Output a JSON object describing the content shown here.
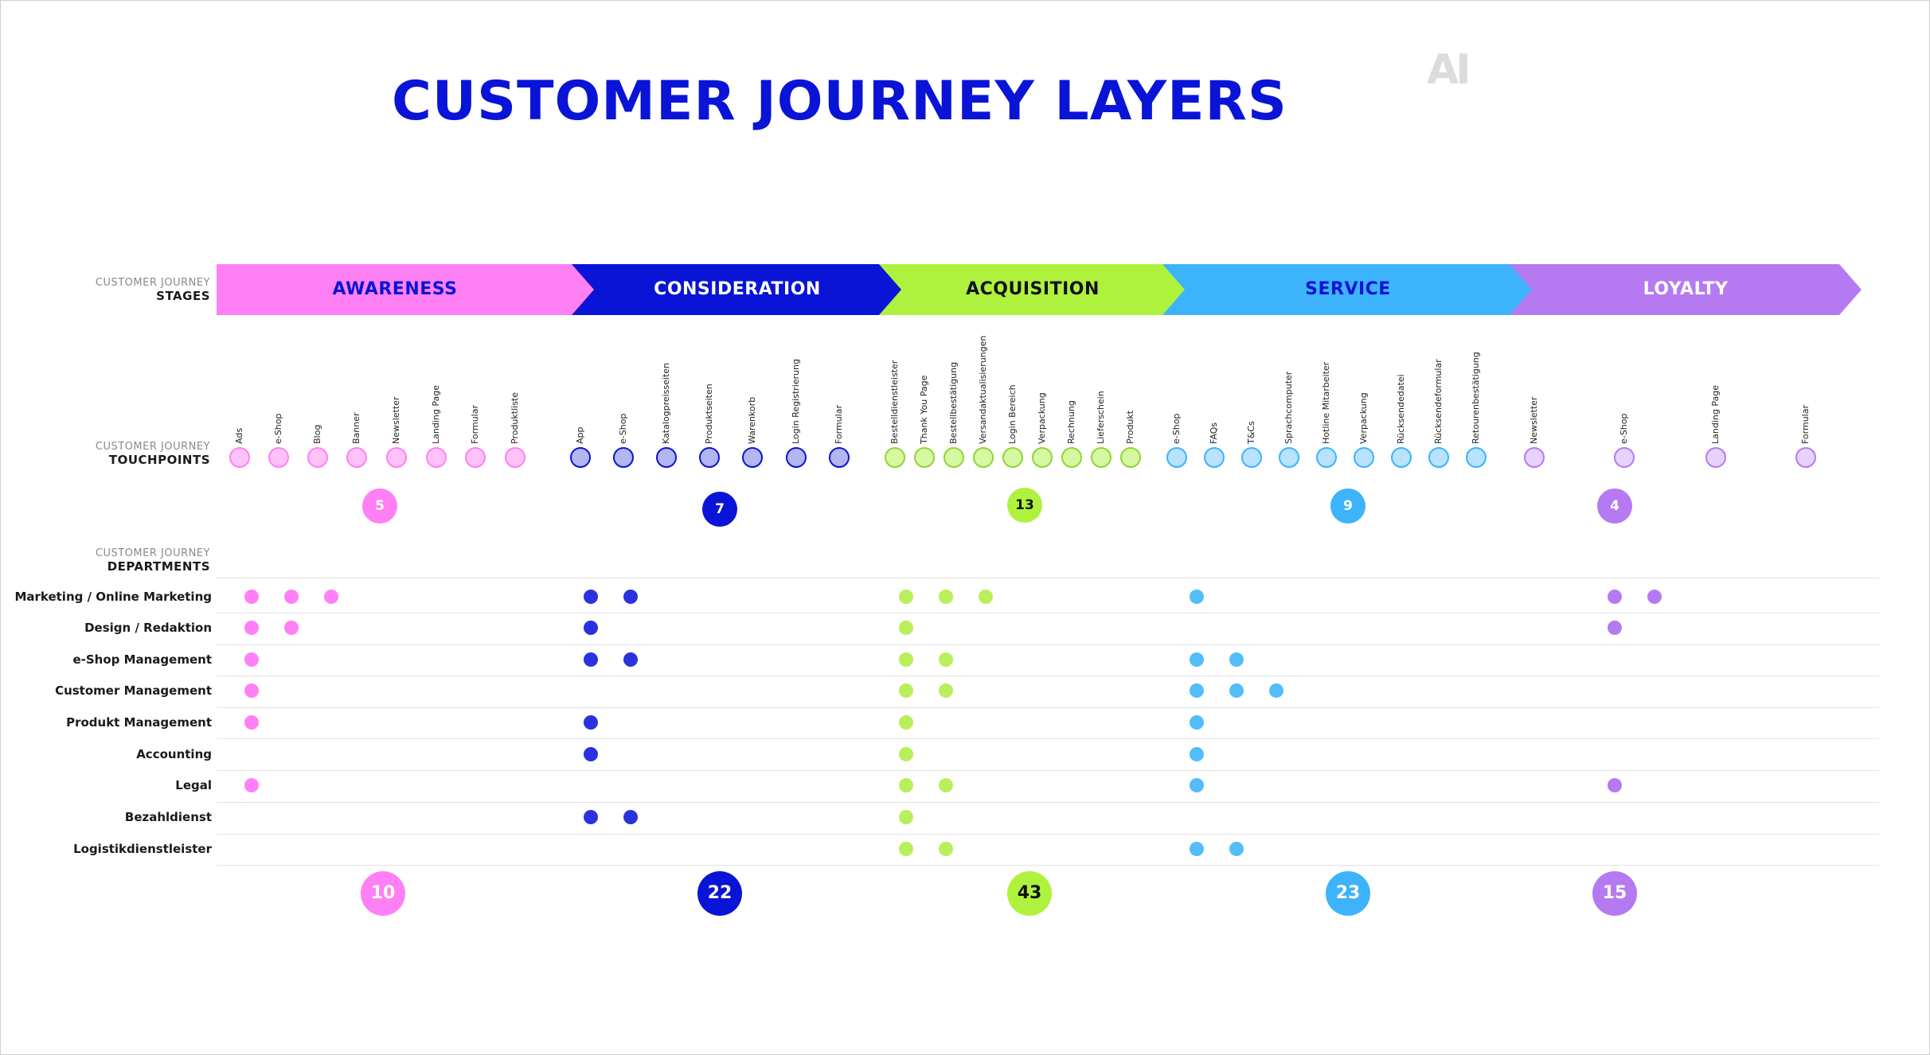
{
  "title": "CUSTOMER JOURNEY LAYERS",
  "logo": "AI",
  "labels": {
    "stages_small": "CUSTOMER JOURNEY",
    "stages_big": "STAGES",
    "touchpoints_small": "CUSTOMER JOURNEY",
    "touchpoints_big": "TOUCHPOINTS",
    "departments_small": "CUSTOMER JOURNEY",
    "departments_big": "DEPARTMENTS"
  },
  "stages": [
    {
      "name": "AWARENESS",
      "color": "#ff80f5",
      "text_color": "#0a14d6",
      "tp_fill": "#ffc2f8",
      "tp_stroke": "#ff80f5",
      "dot_color": "#ff80f5",
      "tp_count": "5",
      "dept_count": "10",
      "count_text": "#ffffff",
      "touchpoints": [
        "Ads",
        "e-Shop",
        "Blog",
        "Banner",
        "Newsletter",
        "Landing Page",
        "Formular",
        "Produktliste"
      ]
    },
    {
      "name": "CONSIDERATION",
      "color": "#0a14d6",
      "text_color": "#ffffff",
      "tp_fill": "#b3b6f0",
      "tp_stroke": "#0a14d6",
      "dot_color": "#2a32e0",
      "tp_count": "7",
      "dept_count": "22",
      "count_text": "#ffffff",
      "touchpoints": [
        "App",
        "e-Shop",
        "Katalogpreisseiten",
        "Produktseiten",
        "Warenkorb",
        "Login Registrierung",
        "Formular"
      ]
    },
    {
      "name": "ACQUISITION",
      "color": "#aef23e",
      "text_color": "#111111",
      "tp_fill": "#d6f8a0",
      "tp_stroke": "#8fd43a",
      "dot_color": "#b8ef5a",
      "tp_count": "13",
      "dept_count": "43",
      "count_text": "#111111",
      "touchpoints": [
        "Bestelldienstleister",
        "Thank You Page",
        "Bestellbestätigung",
        "Versandaktualisierungen",
        "Login Bereich",
        "Verpackung",
        "Rechnung",
        "Lieferschein",
        "Produkt"
      ]
    },
    {
      "name": "SERVICE",
      "color": "#3db3fb",
      "text_color": "#0a14d6",
      "tp_fill": "#b8e2fd",
      "tp_stroke": "#3db3fb",
      "dot_color": "#52bdf9",
      "tp_count": "9",
      "dept_count": "23",
      "count_text": "#ffffff",
      "touchpoints": [
        "e-Shop",
        "FAQs",
        "T&Cs",
        "Sprachcomputer",
        "Hotline Mitarbeiter",
        "Verpackung",
        "Rücksendedatei",
        "Rücksendeformular",
        "Retourenbestätigung"
      ]
    },
    {
      "name": "LOYALTY",
      "color": "#b57af2",
      "text_color": "#ffffff",
      "tp_fill": "#e6d2fb",
      "tp_stroke": "#b57af2",
      "dot_color": "#b57af2",
      "tp_count": "4",
      "dept_count": "15",
      "count_text": "#ffffff",
      "touchpoints": [
        "Newsletter",
        "e-Shop",
        "Landing Page",
        "Formular"
      ]
    }
  ],
  "departments": [
    "Marketing / Online Marketing",
    "Design / Redaktion",
    "e-Shop Management",
    "Customer Management",
    "Produkt Management",
    "Accounting",
    "Legal",
    "Bezahldienst",
    "Logistikdienstleister"
  ],
  "dept_dots": [
    [
      3,
      2,
      3,
      1,
      2
    ],
    [
      2,
      1,
      1,
      0,
      1
    ],
    [
      1,
      2,
      2,
      2,
      0
    ],
    [
      1,
      0,
      2,
      3,
      0
    ],
    [
      1,
      1,
      1,
      1,
      0
    ],
    [
      0,
      1,
      1,
      1,
      0
    ],
    [
      1,
      0,
      2,
      1,
      1
    ],
    [
      0,
      2,
      1,
      0,
      0
    ],
    [
      0,
      0,
      2,
      2,
      0
    ]
  ]
}
